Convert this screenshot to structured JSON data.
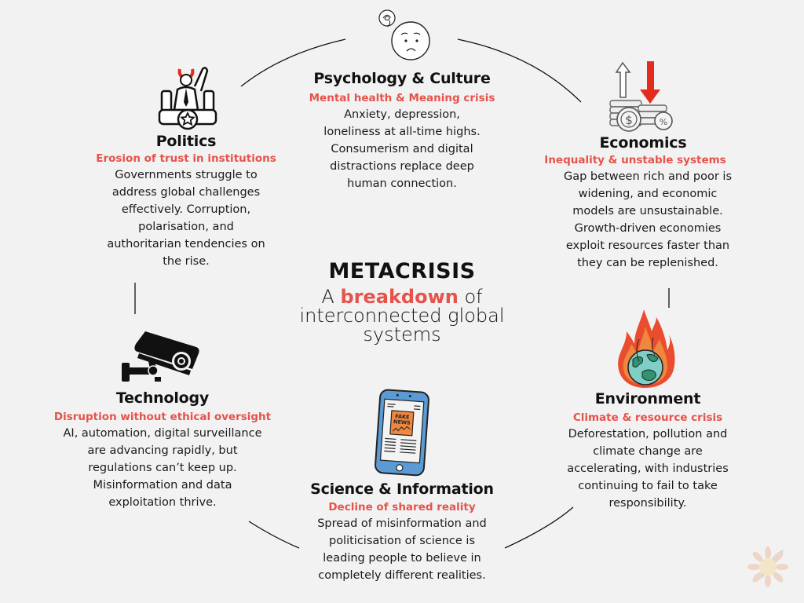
{
  "center": {
    "title": "METACRISIS",
    "line1_prefix": "A",
    "line1_accent": "breakdown",
    "line1_suffix": "of",
    "line2": "interconnected global",
    "line3": "systems"
  },
  "colors": {
    "background": "#f2f2f2",
    "accent": "#e5534b",
    "text": "#111111"
  },
  "sections": {
    "psychology": {
      "icon": "sad-face-icon",
      "title": "Psychology & Culture",
      "subtitle": "Mental health & Meaning crisis",
      "lines": [
        "Anxiety, depression,",
        "loneliness at all-time highs.",
        "Consumerism and digital",
        "distractions replace deep",
        "human connection."
      ]
    },
    "politics": {
      "icon": "politician-devil-icon",
      "title": "Politics",
      "subtitle": "Erosion of trust in institutions",
      "lines": [
        "Governments struggle to",
        "address global challenges",
        "effectively. Corruption,",
        "polarisation, and",
        "authoritarian tendencies on",
        "the rise."
      ]
    },
    "economics": {
      "icon": "coins-arrows-icon",
      "title": "Economics",
      "subtitle": "Inequality & unstable systems",
      "lines": [
        "Gap between rich and poor is",
        "widening, and economic",
        "models are unsustainable.",
        "Growth-driven economies",
        "exploit resources faster than",
        "they can be replenished."
      ]
    },
    "technology": {
      "icon": "surveillance-camera-icon",
      "title": "Technology",
      "subtitle": "Disruption without ethical oversight",
      "lines": [
        "AI, automation, digital surveillance",
        "are advancing rapidly, but",
        "regulations can’t keep up.",
        "Misinformation and data",
        "exploitation thrive."
      ]
    },
    "environment": {
      "icon": "burning-earth-icon",
      "title": "Environment",
      "subtitle": "Climate & resource crisis",
      "lines": [
        "Deforestation, pollution and",
        "climate change are",
        "accelerating, with industries",
        "continuing to fail to take",
        "responsibility."
      ]
    },
    "science": {
      "icon": "fake-news-phone-icon",
      "title": "Science & Information",
      "subtitle": "Decline of shared reality",
      "lines": [
        "Spread of misinformation and",
        "politicisation of science is",
        "leading people to believe in",
        "completely different realities."
      ]
    }
  },
  "phone_badge": {
    "line1": "FAKE",
    "line2": "NEWS"
  },
  "watermark": {
    "icon": "sunflower-logo-icon"
  }
}
